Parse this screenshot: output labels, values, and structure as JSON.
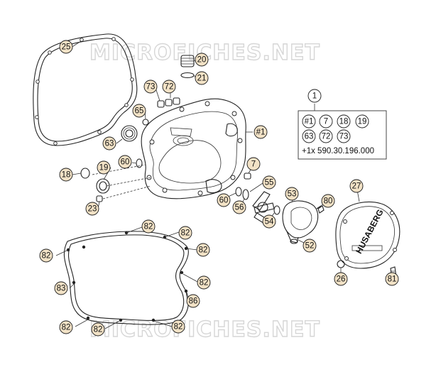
{
  "watermark": "MICROFICHES.NET",
  "callouts": [
    {
      "id": "c25",
      "label": "25"
    },
    {
      "id": "c20",
      "label": "20"
    },
    {
      "id": "c21",
      "label": "21"
    },
    {
      "id": "c73",
      "label": "73"
    },
    {
      "id": "c72",
      "label": "72"
    },
    {
      "id": "c65",
      "label": "65"
    },
    {
      "id": "c63",
      "label": "63"
    },
    {
      "id": "c60a",
      "label": "60"
    },
    {
      "id": "c18",
      "label": "18"
    },
    {
      "id": "c19",
      "label": "19"
    },
    {
      "id": "c23",
      "label": "23"
    },
    {
      "id": "c1main",
      "label": "#1"
    },
    {
      "id": "c7",
      "label": "7"
    },
    {
      "id": "c55",
      "label": "55"
    },
    {
      "id": "c60b",
      "label": "60"
    },
    {
      "id": "c56",
      "label": "56"
    },
    {
      "id": "c54",
      "label": "54"
    },
    {
      "id": "c53",
      "label": "53"
    },
    {
      "id": "c80",
      "label": "80"
    },
    {
      "id": "c52",
      "label": "52"
    },
    {
      "id": "c27",
      "label": "27"
    },
    {
      "id": "c26",
      "label": "26"
    },
    {
      "id": "c81",
      "label": "81"
    },
    {
      "id": "c86",
      "label": "86"
    },
    {
      "id": "c83",
      "label": "83"
    },
    {
      "id": "c82a",
      "label": "82"
    },
    {
      "id": "c82b",
      "label": "82"
    },
    {
      "id": "c82c",
      "label": "82"
    },
    {
      "id": "c82d",
      "label": "82"
    },
    {
      "id": "c82e",
      "label": "82"
    },
    {
      "id": "c82f",
      "label": "82"
    },
    {
      "id": "c82g",
      "label": "82"
    },
    {
      "id": "c82h",
      "label": "82"
    },
    {
      "id": "c1",
      "label": "1"
    }
  ],
  "kit_box": {
    "items": [
      "#1",
      "7",
      "18",
      "19",
      "63",
      "72",
      "73"
    ],
    "note": "+1x 590.30.196.000"
  },
  "cover_brand": "HUSABERG",
  "colors": {
    "bubble_fill": "#f2e2c6",
    "outline": "#222222",
    "watermark": "#d6d6d6"
  }
}
